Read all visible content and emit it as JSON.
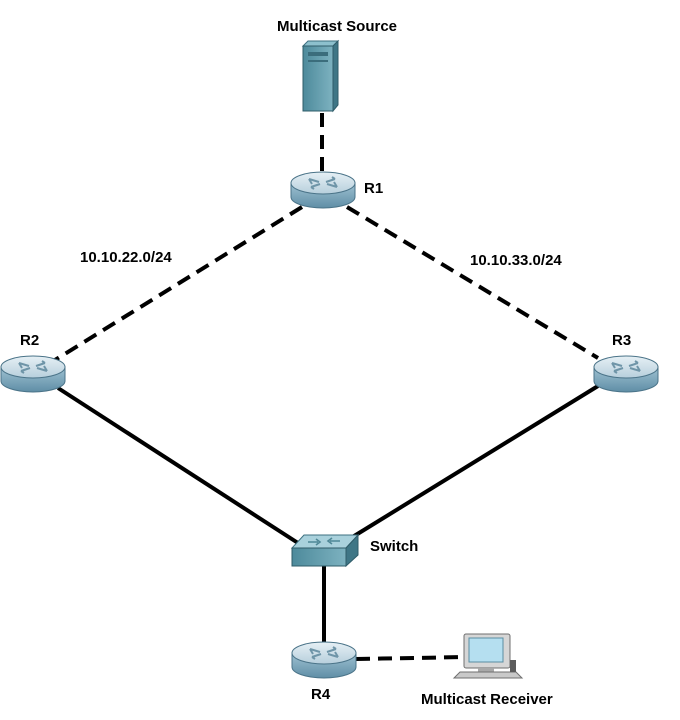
{
  "devices": {
    "source": {
      "label": "Multicast Source",
      "icon": "server-icon"
    },
    "r1": {
      "label": "R1",
      "icon": "router-icon"
    },
    "r2": {
      "label": "R2",
      "icon": "router-icon"
    },
    "r3": {
      "label": "R3",
      "icon": "router-icon"
    },
    "switch": {
      "label": "Switch",
      "icon": "switch-icon"
    },
    "r4": {
      "label": "R4",
      "icon": "router-icon"
    },
    "receiver": {
      "label": "Multicast Receiver",
      "icon": "pc-icon"
    }
  },
  "links": {
    "r1_r2": {
      "label": "10.10.22.0/24",
      "style": "dashed"
    },
    "r1_r3": {
      "label": "10.10.33.0/24",
      "style": "dashed"
    },
    "source_r1": {
      "style": "dashed"
    },
    "r2_switch": {
      "style": "solid"
    },
    "r3_switch": {
      "style": "solid"
    },
    "switch_r4": {
      "style": "solid"
    },
    "r4_receiver": {
      "style": "dashed"
    }
  },
  "colors": {
    "router_top": "#c9dde7",
    "router_body": "#7fa8bd",
    "device_teal": "#5f98a8",
    "link": "#000000"
  }
}
